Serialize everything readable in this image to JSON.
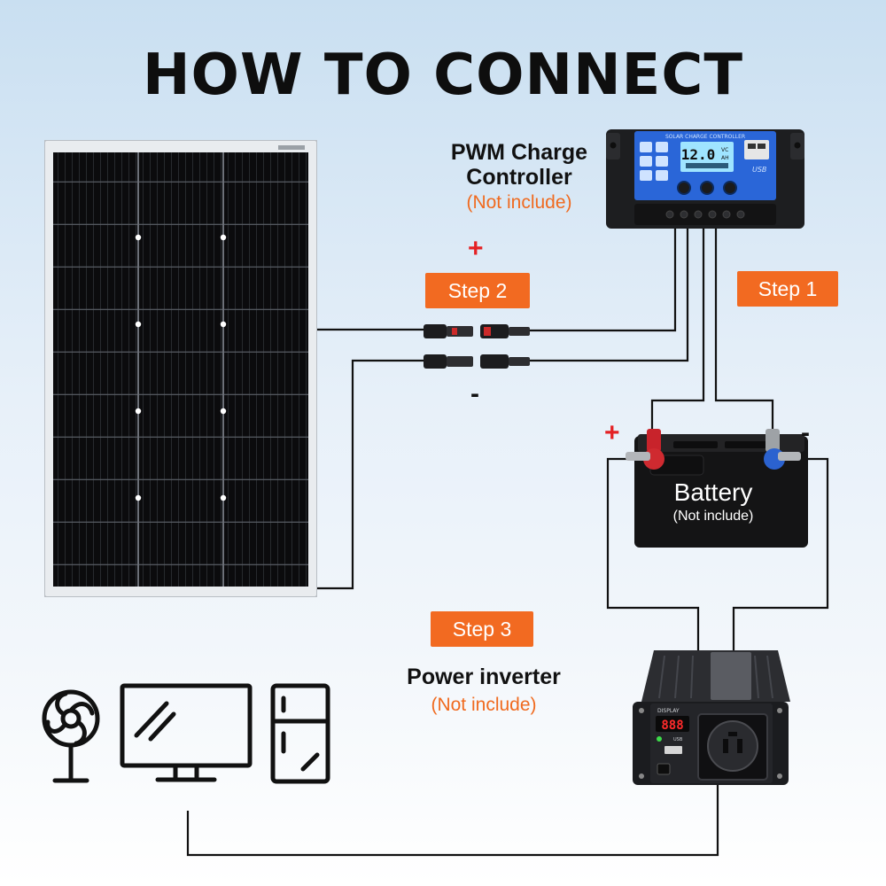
{
  "title": "HOW TO CONNECT",
  "controller": {
    "label_line1": "PWM Charge",
    "label_line2": "Controller",
    "note": "(Not include)",
    "panel_text": "SOLAR CHARGE CONTROLLER",
    "display_value": "12.0",
    "display_unit_top": "VC",
    "display_unit_bottom": "AH",
    "usb_text": "USB"
  },
  "steps": {
    "step1": "Step 1",
    "step2": "Step 2",
    "step3": "Step 3"
  },
  "signs": {
    "plus": "+",
    "minus": "-"
  },
  "battery": {
    "label": "Battery",
    "note": "(Not include)"
  },
  "inverter": {
    "label": "Power inverter",
    "note": "(Not include)",
    "display_label": "DISPLAY",
    "display_value": "888",
    "usb_label": "USB"
  },
  "devices": [
    "fan-icon",
    "monitor-icon",
    "fridge-icon"
  ],
  "colors": {
    "step_bg": "#f26a21",
    "note_text": "#f06a1f",
    "plus_sign": "#e42124",
    "controller_panel": "#2a66d8",
    "controller_lcd": "#9fe4ff"
  }
}
